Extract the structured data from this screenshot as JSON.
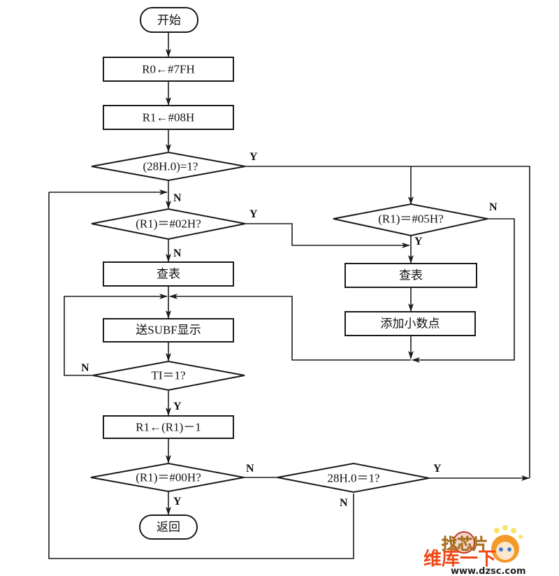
{
  "diagram": {
    "type": "flowchart",
    "nodes": {
      "start": {
        "kind": "terminal",
        "text": "开始"
      },
      "set_r0": {
        "kind": "process",
        "text": "R0←#7FH"
      },
      "set_r1": {
        "kind": "process",
        "text": "R1←#08H"
      },
      "check_28h_a": {
        "kind": "decision",
        "text": "(28H.0)=1?"
      },
      "check_r1_02": {
        "kind": "decision",
        "text": "(R1)＝#02H?"
      },
      "lookup_left": {
        "kind": "process",
        "text": "查表"
      },
      "send_subf": {
        "kind": "process",
        "text": "送SUBF显示"
      },
      "check_ti": {
        "kind": "decision",
        "text": "TI＝1?"
      },
      "dec_r1": {
        "kind": "process",
        "text": "R1←(R1)－1"
      },
      "check_r1_00": {
        "kind": "decision",
        "text": "(R1)＝#00H?"
      },
      "return": {
        "kind": "terminal",
        "text": "返回"
      },
      "check_r1_05": {
        "kind": "decision",
        "text": "(R1)＝#05H?"
      },
      "lookup_right": {
        "kind": "process",
        "text": "查表"
      },
      "add_dot": {
        "kind": "process",
        "text": "添加小数点"
      },
      "check_28h_b": {
        "kind": "decision",
        "text": "28H.0＝1?"
      }
    },
    "edges": [
      {
        "from": "start",
        "to": "set_r0",
        "label": ""
      },
      {
        "from": "set_r0",
        "to": "set_r1",
        "label": ""
      },
      {
        "from": "set_r1",
        "to": "check_28h_a",
        "label": ""
      },
      {
        "from": "check_28h_a",
        "to": "check_r1_02",
        "label": "N"
      },
      {
        "from": "check_28h_a",
        "to": "check_r1_05",
        "label": "Y"
      },
      {
        "from": "check_r1_02",
        "to": "lookup_left",
        "label": "N"
      },
      {
        "from": "check_r1_02",
        "to": "lookup_right",
        "label": "Y"
      },
      {
        "from": "lookup_left",
        "to": "send_subf",
        "label": ""
      },
      {
        "from": "send_subf",
        "to": "check_ti",
        "label": ""
      },
      {
        "from": "check_ti",
        "to": "send_subf",
        "label": "N"
      },
      {
        "from": "check_ti",
        "to": "dec_r1",
        "label": "Y"
      },
      {
        "from": "dec_r1",
        "to": "check_r1_00",
        "label": ""
      },
      {
        "from": "check_r1_00",
        "to": "return",
        "label": "Y"
      },
      {
        "from": "check_r1_00",
        "to": "check_28h_b",
        "label": "N"
      },
      {
        "from": "check_28h_b",
        "to": "check_r1_05",
        "label": "Y"
      },
      {
        "from": "check_28h_b",
        "to": "check_r1_02",
        "label": "N"
      },
      {
        "from": "check_r1_05",
        "to": "lookup_right",
        "label": "Y"
      },
      {
        "from": "check_r1_05",
        "to": "send_subf",
        "label": "N"
      },
      {
        "from": "lookup_right",
        "to": "add_dot",
        "label": ""
      },
      {
        "from": "add_dot",
        "to": "send_subf",
        "label": ""
      }
    ],
    "branch_labels": {
      "yes": "Y",
      "no": "N"
    }
  },
  "watermark": {
    "line1": "找芯片",
    "line2": "维库一下",
    "url": "www.dzsc.com"
  }
}
